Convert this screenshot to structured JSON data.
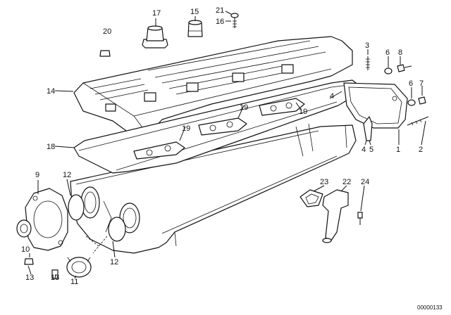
{
  "labels": {
    "l1": "1",
    "l2": "2",
    "l3": "3",
    "l4a": "4",
    "l4b": "4",
    "l5": "5",
    "l6a": "6",
    "l6b": "6",
    "l7": "7",
    "l8": "8",
    "l9": "9",
    "l10": "10",
    "l11": "11",
    "l12a": "12",
    "l12b": "12",
    "l13a": "13",
    "l13b": "13",
    "l14": "14",
    "l15": "15",
    "l16": "16",
    "l17": "17",
    "l18": "18",
    "l19a": "19",
    "l19b": "19",
    "l19c": "19",
    "l20": "20",
    "l21": "21",
    "l22": "22",
    "l23": "23",
    "l24": "24"
  },
  "diagram_ref": "00000133"
}
